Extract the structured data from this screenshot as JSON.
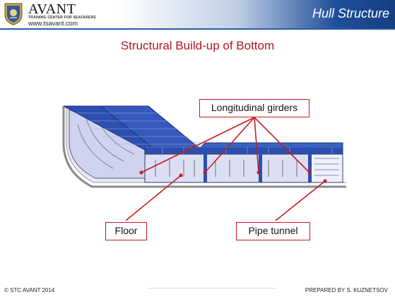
{
  "header": {
    "brand": "AVANT",
    "brand_subtitle": "TRAINING CENTER FOR SEAFARERS",
    "website": "www.tsavant.com",
    "section_title": "Hull Structure",
    "logo_icon": "shield-crest-icon"
  },
  "slide": {
    "title": "Structural Build-up of Bottom"
  },
  "callouts": {
    "longitudinal_girders": "Longitudinal girders",
    "floor": "Floor",
    "pipe_tunnel": "Pipe tunnel"
  },
  "footer": {
    "copyright": "© STC AVANT 2014",
    "prepared_by": "PREPARED BY S. KUZNETSOV"
  },
  "colors": {
    "accent_red": "#c41e1e",
    "title_red": "#b01818",
    "header_blue": "#1f4f9a",
    "deck_blue": "#2a4fb0",
    "floor_lavender": "#d7daf2"
  }
}
